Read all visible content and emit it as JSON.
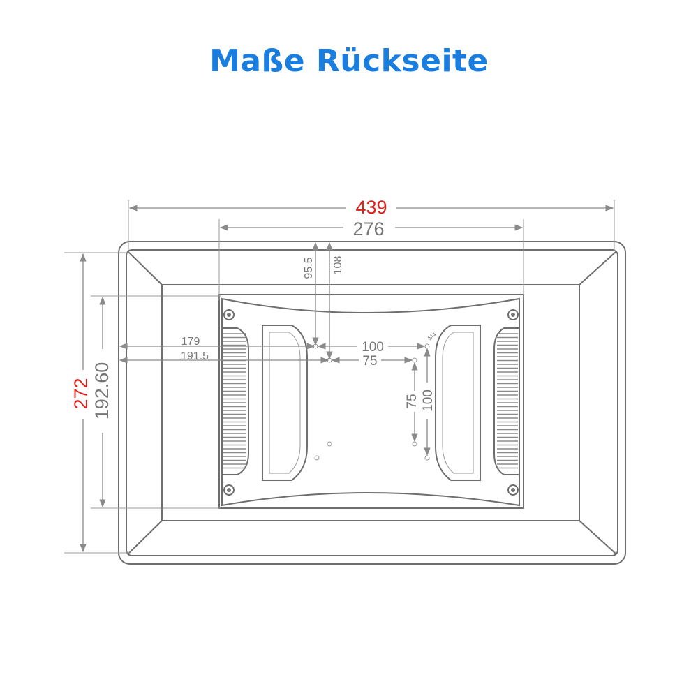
{
  "title": "Maße Rückseite",
  "colors": {
    "title": "#1a7de0",
    "highlight": "#e0201b",
    "dimension": "#777777"
  },
  "dimensions": {
    "total_width": "439",
    "mount_width": "276",
    "total_height": "272",
    "mount_height": "192.60",
    "v_95_5": "95.5",
    "v_108": "108",
    "h_179": "179",
    "h_191_5": "191.5",
    "vesa_100_h": "100",
    "vesa_75_h": "75",
    "vesa_75_v": "75",
    "vesa_100_v": "100",
    "screw": "M4"
  }
}
